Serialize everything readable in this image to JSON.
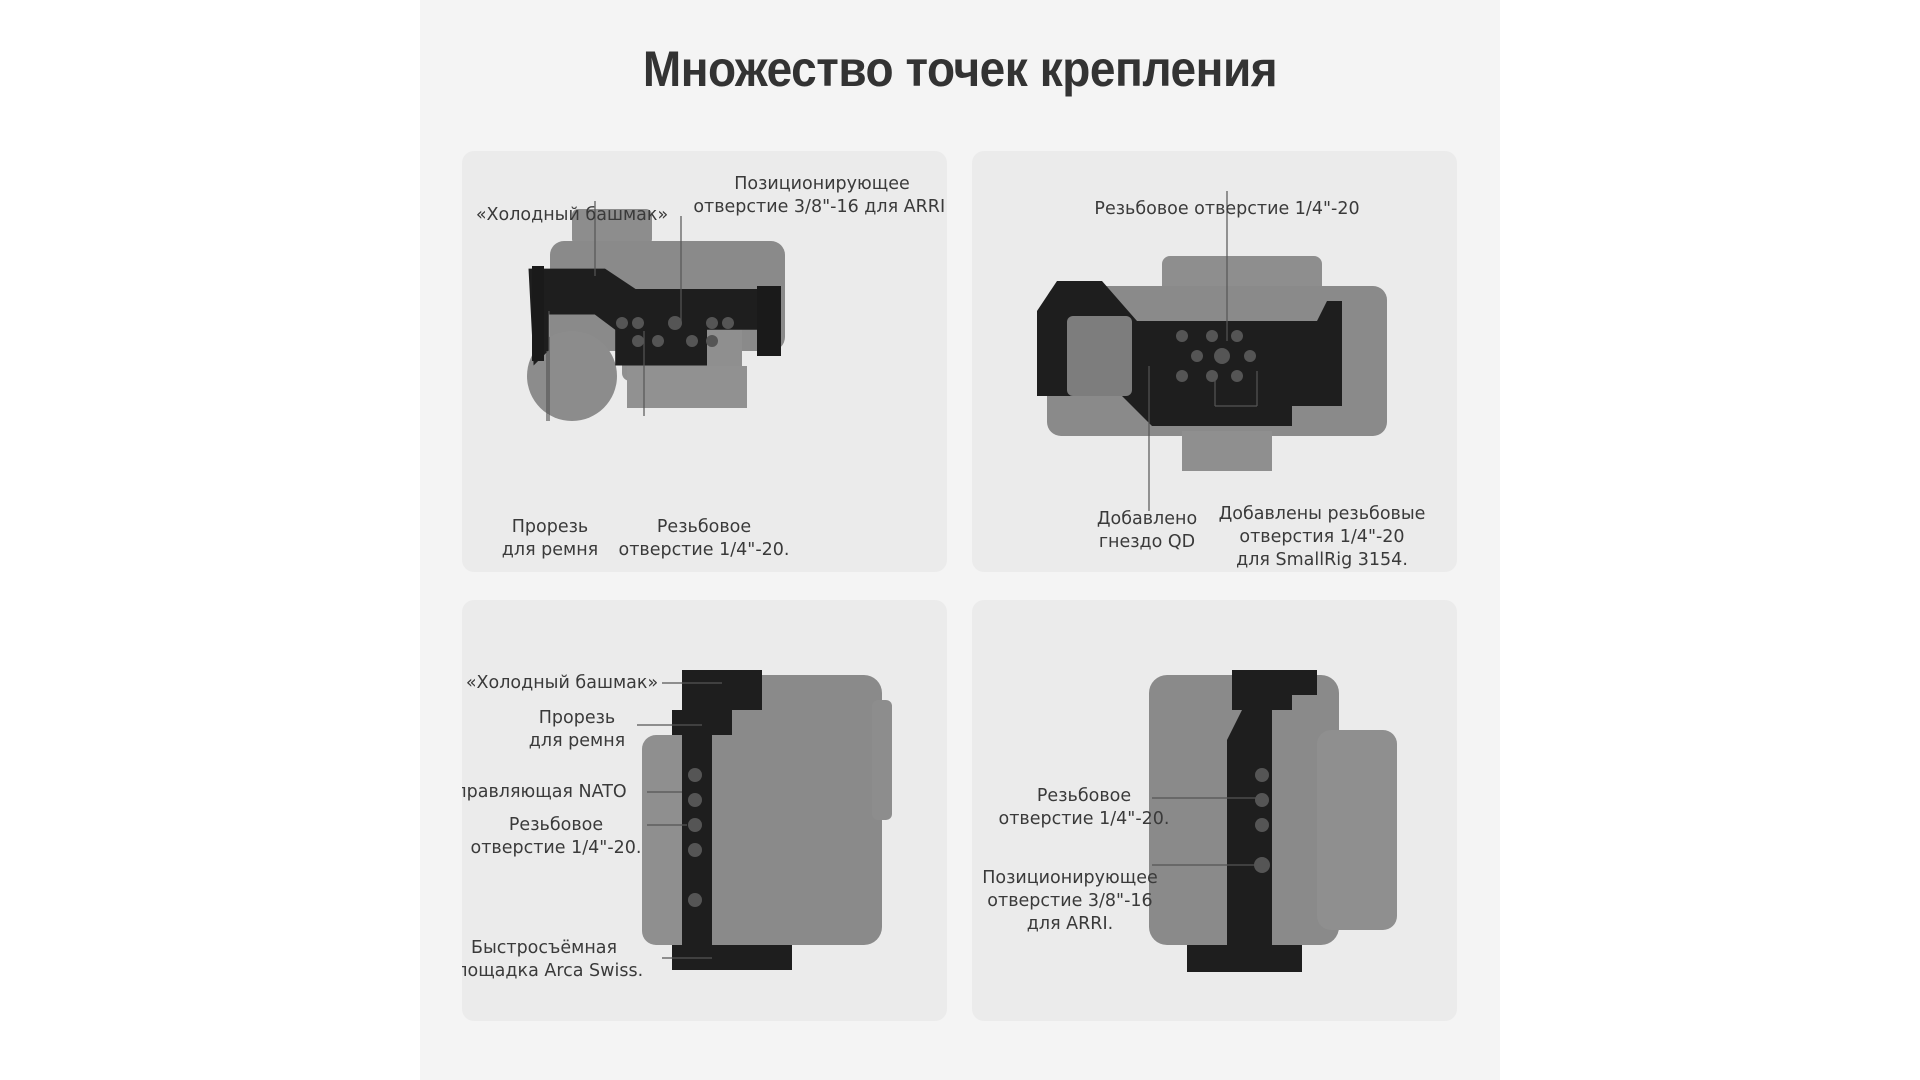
{
  "title": "Множество точек крепления",
  "panels": [
    {
      "view": "top",
      "labels": [
        {
          "lines": [
            "Позиционирующее",
            "отверстие 3/8\"-16 для ARRI."
          ]
        },
        {
          "lines": [
            "«Холодный башмак»"
          ]
        },
        {
          "lines": [
            "Прорезь",
            "для ремня"
          ]
        },
        {
          "lines": [
            "Резьбовое",
            "отверстие 1/4\"-20."
          ]
        }
      ]
    },
    {
      "view": "bottom",
      "labels": [
        {
          "lines": [
            "Резьбовое отверстие 1/4\"-20"
          ]
        },
        {
          "lines": [
            "Добавлено",
            "гнездо QD"
          ]
        },
        {
          "lines": [
            "Добавлены резьбовые",
            "отверстия 1/4\"-20",
            "для SmallRig 3154."
          ]
        }
      ]
    },
    {
      "view": "left-side",
      "labels": [
        {
          "lines": [
            "«Холодный башмак»"
          ]
        },
        {
          "lines": [
            "Прорезь",
            "для ремня"
          ]
        },
        {
          "lines": [
            "Направляющая NATO"
          ]
        },
        {
          "lines": [
            "Резьбовое",
            "отверстие 1/4\"-20."
          ]
        },
        {
          "lines": [
            "Быстросъёмная",
            "площадка Arca Swiss."
          ]
        }
      ]
    },
    {
      "view": "right-side",
      "labels": [
        {
          "lines": [
            "Резьбовое",
            "отверстие 1/4\"-20."
          ]
        },
        {
          "lines": [
            "Позиционирующее",
            "отверстие 3/8\"-16",
            "для ARRI."
          ]
        }
      ]
    }
  ],
  "colors": {
    "background": "#f4f4f4",
    "panel": "#ebebeb",
    "text": "#333333",
    "cage": "#1c1c1c"
  }
}
